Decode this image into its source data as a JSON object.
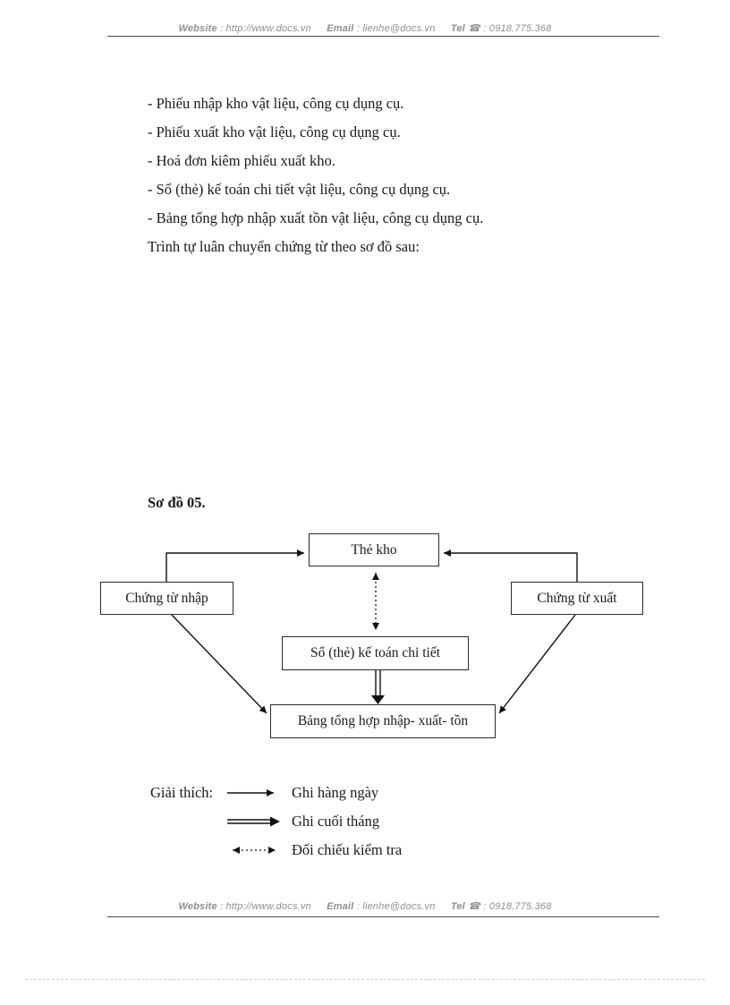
{
  "header": {
    "website_label": "Website",
    "website_value": ": http://www.docs.vn",
    "email_label": "Email",
    "email_value": ": lienhe@docs.vn",
    "tel_label": "Tel",
    "phone_glyph": "☎",
    "tel_value": ": 0918.775.368"
  },
  "body": {
    "lines": [
      "- Phiếu nhập kho vật liệu, công cụ dụng cụ.",
      "- Phiếu xuất kho vật liệu, công cụ dụng cụ.",
      "- Hoá đơn kiêm phiếu xuất kho.",
      "- Sổ (thẻ) kế toán chi tiết vật liệu, công cụ dụng cụ.",
      "- Bảng tổng hợp nhập xuất tồn vật liệu, công cụ dụng cụ.",
      "Trình tự luân chuyển chứng từ theo sơ đồ sau:"
    ]
  },
  "diagram": {
    "title": "Sơ đồ 05.",
    "boxes": {
      "the_kho": "Thẻ kho",
      "chung_tu_nhap": "Chứng từ nhập",
      "chung_tu_xuat": "Chứng từ xuất",
      "so_ke_toan": "Sổ (thẻ) kế toán chi tiết",
      "bang_tong_hop": "Bảng tổng hợp nhập- xuất- tồn"
    },
    "legend": {
      "label": "Giải thích:",
      "items": [
        {
          "arrow": "solid-single-arrow",
          "text": "Ghi hàng ngày"
        },
        {
          "arrow": "solid-double-arrow",
          "text": "Ghi cuối tháng"
        },
        {
          "arrow": "dotted-double-headed-arrow",
          "text": "Đối chiếu kiểm tra"
        }
      ]
    }
  },
  "footer": {
    "website_label": "Website",
    "website_value": ": http://www.docs.vn",
    "email_label": "Email",
    "email_value": ": lienhe@docs.vn",
    "tel_label": "Tel",
    "phone_glyph": "☎",
    "tel_value": ": 0918.775.368"
  }
}
